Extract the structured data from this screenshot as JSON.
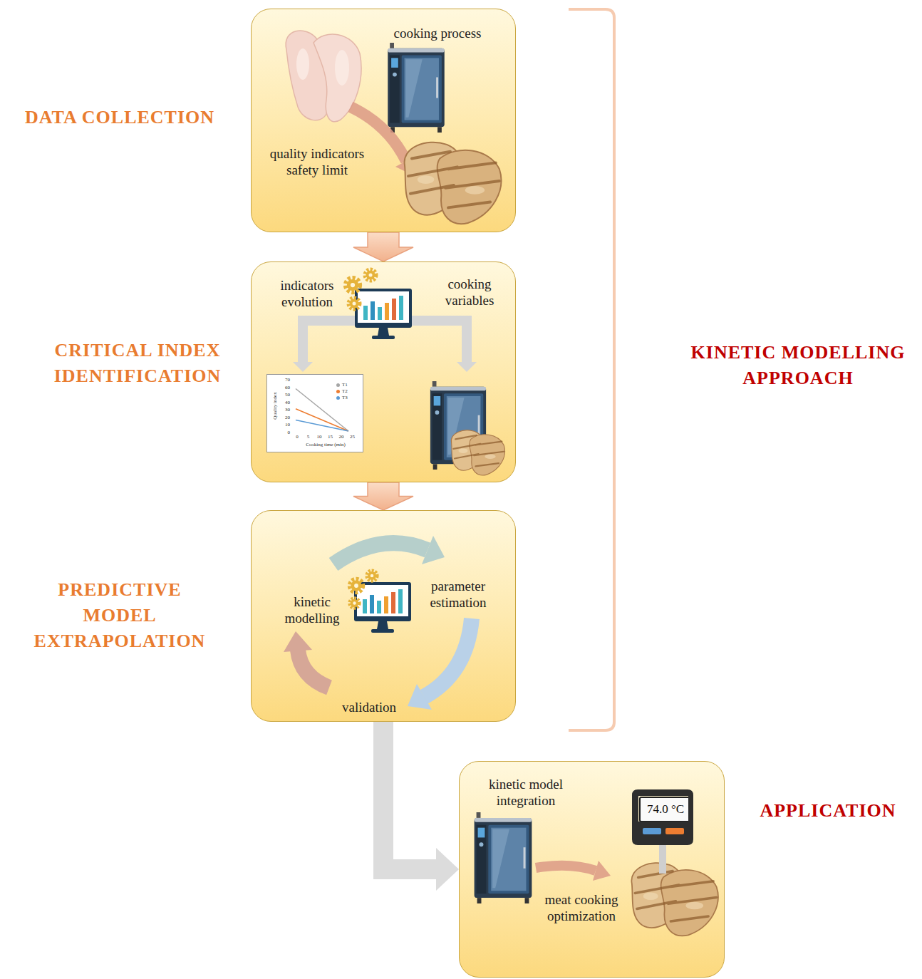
{
  "diagram": {
    "nodes": [
      {
        "text": [
          "cooking process",
          "quality indicators safety limit"
        ]
      },
      {
        "text": [
          "indicators evolution",
          "cooking variables"
        ]
      },
      {
        "text": [
          "Quality index",
          "Cooking time (min)"
        ],
        "in": 1
      },
      {
        "text": [
          "kinetic modelling",
          "parameter estimation",
          "validation"
        ]
      },
      {
        "text": [
          "kinetic model integration",
          "meat cooking optimization"
        ]
      },
      {
        "text": [
          "74.0 °C"
        ],
        "in": 4
      }
    ],
    "edges": [
      {
        "from": 0,
        "to": 1,
        "arrow": "to"
      },
      {
        "from": 1,
        "to": 3,
        "arrow": "to"
      },
      {
        "from": 3,
        "to": 4,
        "arrow": "to"
      }
    ],
    "labels": [
      "DATA COLLECTION",
      "CRITICAL INDEX IDENTIFICATION",
      "PREDICTIVE MODEL EXTRAPOLATION",
      "KINETIC MODELLING APPROACH",
      "APPLICATION",
      "70",
      "60",
      "50",
      "40",
      "30",
      "20",
      "10",
      "0",
      "0",
      "5",
      "10",
      "15",
      "20",
      "25"
    ],
    "legend": [
      {
        "text": "T1",
        "color": "#a5a5a5"
      },
      {
        "text": "T2",
        "color": "#ed7d31"
      },
      {
        "text": "T3",
        "color": "#5b9bd5"
      }
    ]
  }
}
